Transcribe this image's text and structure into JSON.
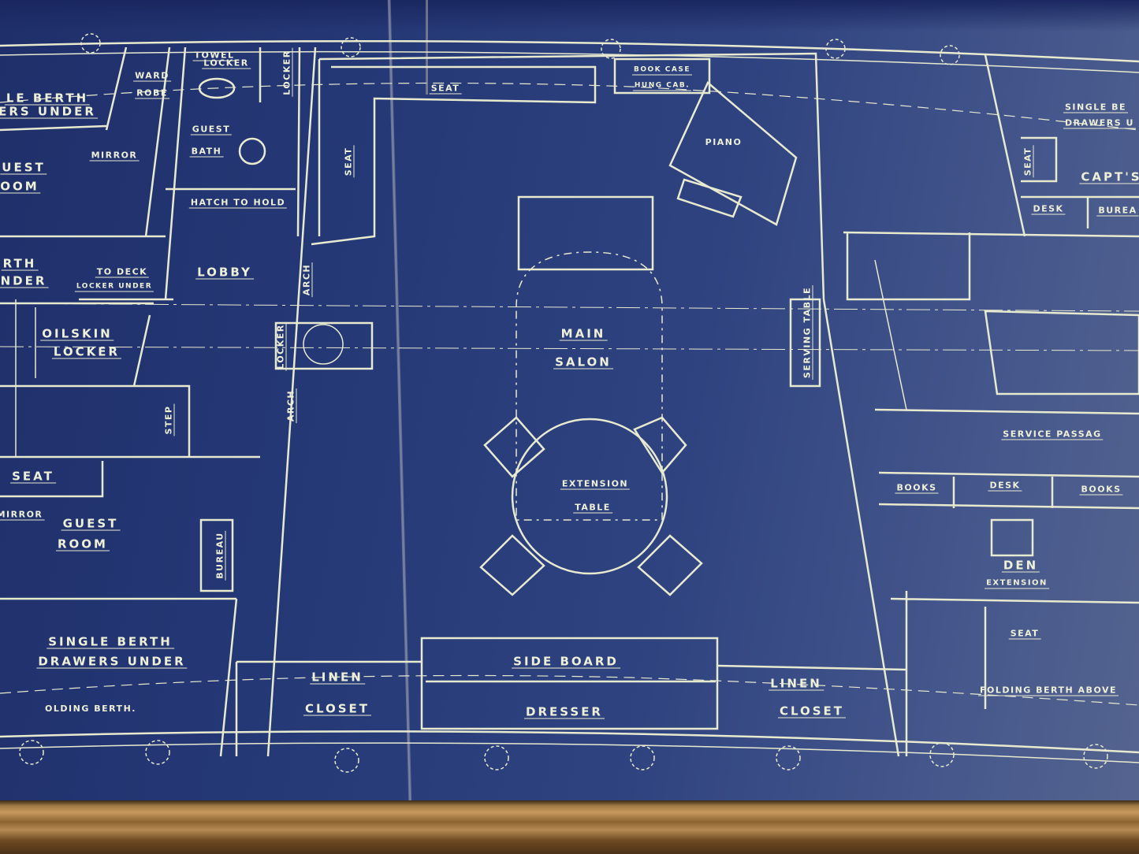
{
  "labels": {
    "single_berth_left_1": "LE BERTH",
    "drawers_under_left_1": "ERS UNDER",
    "ward": "WARD",
    "robe": "ROBE",
    "towel": "TOWEL",
    "towel_locker": "LOCKER",
    "locker_top": "LOCKER",
    "guest": "GUEST",
    "bath": "BATH",
    "mirror_1": "MIRROR",
    "guest_room_1a": "UEST",
    "guest_room_1b": "OOM",
    "hatch_to_hold": "HATCH TO HOLD",
    "berth_left_2": "RTH",
    "under_left_2": "NDER",
    "to_deck": "TO DECK",
    "locker_under": "LOCKER UNDER",
    "lobby": "LOBBY",
    "arch_1": "ARCH",
    "oilskin": "OILSKIN",
    "oilskin_locker": "LOCKER",
    "locker_mid": "LOCKER",
    "arch_2": "ARCH",
    "step": "STEP",
    "seat_left": "SEAT",
    "mirror_2": "MIRROR",
    "guest_room_2a": "GUEST",
    "guest_room_2b": "ROOM",
    "bureau": "BUREAU",
    "single_berth_left_3": "SINGLE BERTH",
    "drawers_under_left_3": "DRAWERS UNDER",
    "folding_berth_left": "OLDING BERTH.",
    "seat_salon_top": "SEAT",
    "seat_salon_side": "SEAT",
    "book_case": "BOOK CASE",
    "hung_cab": "HUNG CAB.",
    "piano": "PIANO",
    "main": "MAIN",
    "salon": "SALON",
    "serving_table": "SERVING TABLE",
    "extension": "EXTENSION",
    "table": "TABLE",
    "side_board": "SIDE BOARD",
    "linen_left": "LINEN",
    "closet_left": "CLOSET",
    "dresser": "DRESSER",
    "linen_right": "LINEN",
    "closet_right": "CLOSET",
    "single_berth_right": "SINGLE BE",
    "drawers_under_right": "DRAWERS U",
    "seat_capt": "SEAT",
    "capts": "CAPT'S",
    "desk_capt": "DESK",
    "bureau_capt": "BUREA",
    "service_passage": "SERVICE PASSAG",
    "books_1": "BOOKS",
    "desk_den": "DESK",
    "books_2": "BOOKS",
    "den": "DEN",
    "den_extension": "EXTENSION",
    "seat_den": "SEAT",
    "folding_berth_above": "FOLDING BERTH ABOVE"
  },
  "colors": {
    "paper": "#2a3b78",
    "ink": "#eef0d8",
    "frame": "#b58a52"
  }
}
